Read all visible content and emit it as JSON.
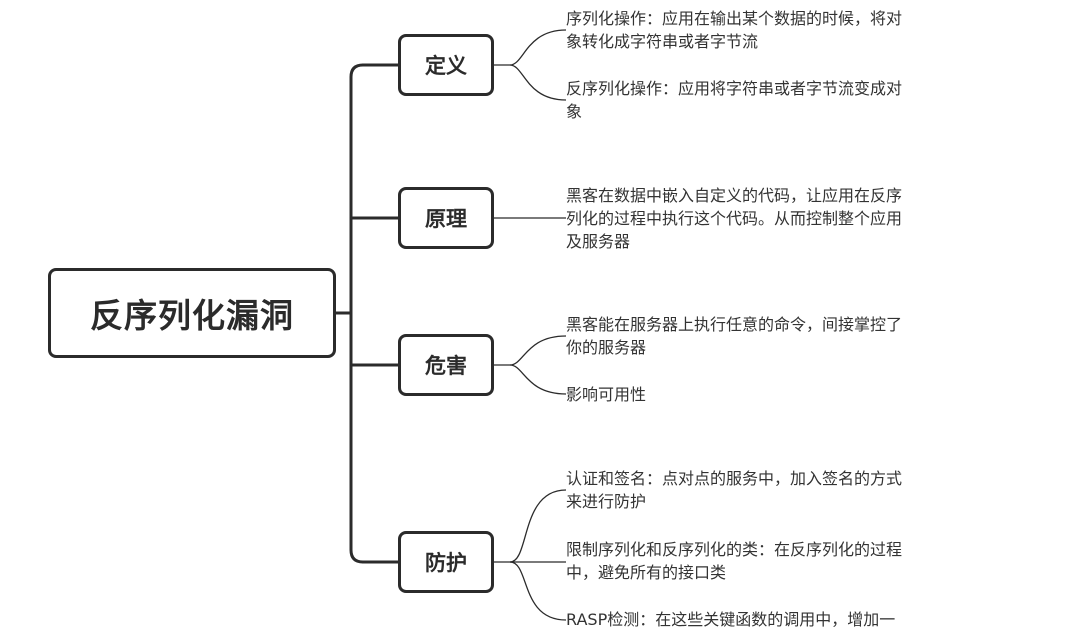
{
  "root": {
    "label": "反序列化漏洞"
  },
  "branches": [
    {
      "label": "定义",
      "leaves": [
        "序列化操作：应用在输出某个数据的时候，将对\n象转化成字符串或者字节流",
        "反序列化操作：应用将字符串或者字节流变成对\n象"
      ]
    },
    {
      "label": "原理",
      "leaves": [
        "黑客在数据中嵌入自定义的代码，让应用在反序\n列化的过程中执行这个代码。从而控制整个应用\n及服务器"
      ]
    },
    {
      "label": "危害",
      "leaves": [
        "黑客能在服务器上执行任意的命令，间接掌控了\n你的服务器",
        "影响可用性"
      ]
    },
    {
      "label": "防护",
      "leaves": [
        "认证和签名：点对点的服务中，加入签名的方式\n来进行防护",
        "限制序列化和反序列化的类：在反序列化的过程\n中，避免所有的接口类",
        "RASP检测：在这些关键函数的调用中，增加一"
      ]
    }
  ]
}
